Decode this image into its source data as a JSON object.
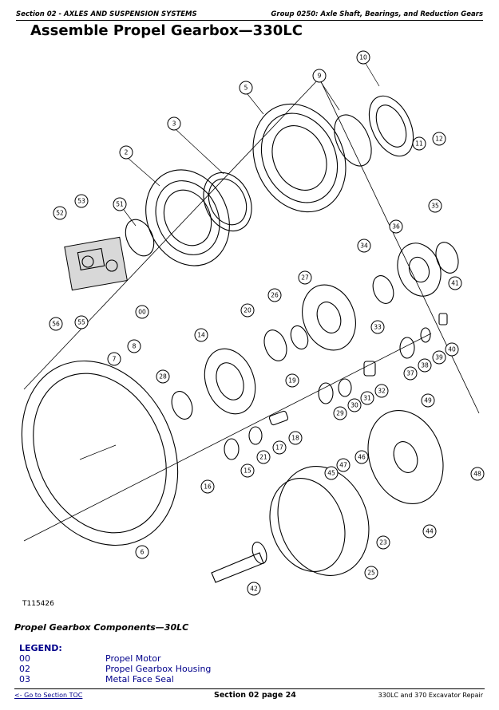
{
  "header": {
    "section": "Section 02 - AXLES AND SUSPENSION SYSTEMS",
    "group": "Group 0250: Axle Shaft, Bearings, and Reduction Gears"
  },
  "title": "Assemble Propel Gearbox—330LC",
  "figure": {
    "id": "T115426",
    "callouts": [
      "10",
      "9",
      "5",
      "3",
      "2",
      "53",
      "52",
      "51",
      "11",
      "12",
      "56",
      "55",
      "00",
      "35",
      "36",
      "34",
      "27",
      "41",
      "26",
      "20",
      "33",
      "14",
      "7",
      "8",
      "28",
      "19",
      "40",
      "39",
      "38",
      "37",
      "32",
      "31",
      "30",
      "29",
      "18",
      "17",
      "16",
      "21",
      "15",
      "49",
      "6",
      "47",
      "46",
      "45",
      "48",
      "44",
      "23",
      "25",
      "42"
    ]
  },
  "caption": "Propel Gearbox Components—30LC",
  "legend": {
    "title": "LEGEND:",
    "items": [
      {
        "code": "00",
        "label": "Propel Motor"
      },
      {
        "code": "02",
        "label": "Propel Gearbox Housing"
      },
      {
        "code": "03",
        "label": "Metal Face Seal"
      }
    ]
  },
  "footer": {
    "toc_link": "<- Go to Section TOC",
    "page": "Section 02 page 24",
    "book": "330LC and 370 Excavator Repair"
  }
}
